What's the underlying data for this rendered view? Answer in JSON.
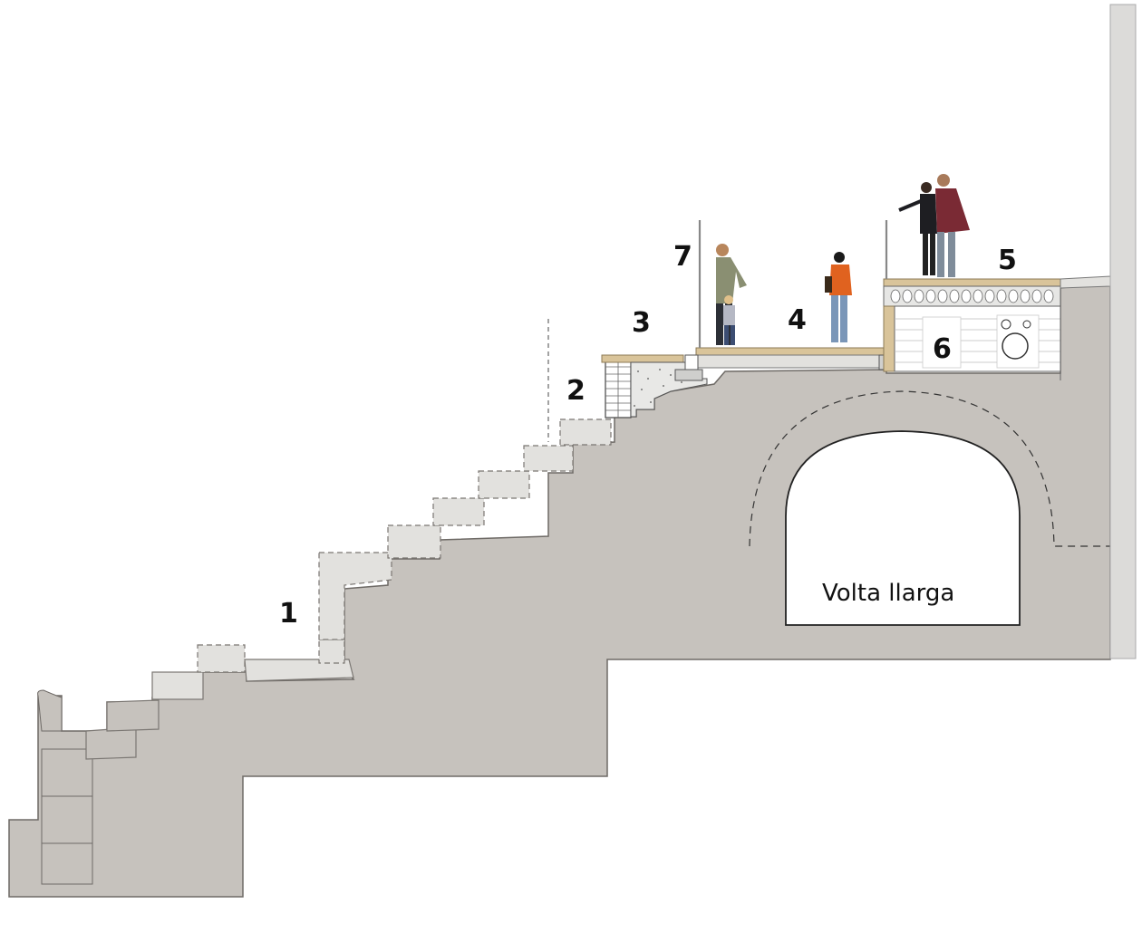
{
  "diagram": {
    "callouts": {
      "c1": "1",
      "c2": "2",
      "c3": "3",
      "c4": "4",
      "c5": "5",
      "c6": "6",
      "c7": "7"
    },
    "vault_label": "Volta llarga"
  },
  "colors": {
    "rock": "#c6c2bd",
    "stone_light": "#e2e1de",
    "wall_line": "#6e6a66",
    "accent_wood": "#d9c49a",
    "text": "#111111"
  }
}
